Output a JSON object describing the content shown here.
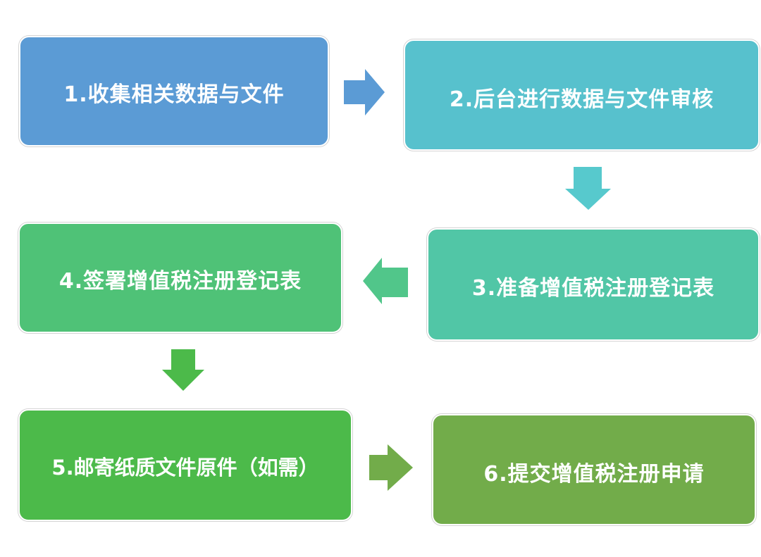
{
  "diagram": {
    "type": "flowchart",
    "steps": [
      {
        "id": 1,
        "label": "1.收集相关数据与文件",
        "color": "#5b9bd5"
      },
      {
        "id": 2,
        "label": "2.后台进行数据与文件审核",
        "color": "#57c1cd"
      },
      {
        "id": 3,
        "label": "3.准备增值税注册登记表",
        "color": "#51c6a6"
      },
      {
        "id": 4,
        "label": "4.签署增值税注册登记表",
        "color": "#4fc277"
      },
      {
        "id": 5,
        "label": "5.邮寄纸质文件原件（如需）",
        "color": "#4cba4a"
      },
      {
        "id": 6,
        "label": "6.提交增值税注册申请",
        "color": "#72ac4a"
      }
    ],
    "connections": [
      {
        "from": 1,
        "to": 2,
        "direction": "right",
        "color": "#5b9bd5"
      },
      {
        "from": 2,
        "to": 3,
        "direction": "down",
        "color": "#57c9cd"
      },
      {
        "from": 3,
        "to": 4,
        "direction": "left",
        "color": "#51c68a"
      },
      {
        "from": 4,
        "to": 5,
        "direction": "down",
        "color": "#4cba4a"
      },
      {
        "from": 5,
        "to": 6,
        "direction": "right",
        "color": "#72ac4a"
      }
    ]
  }
}
